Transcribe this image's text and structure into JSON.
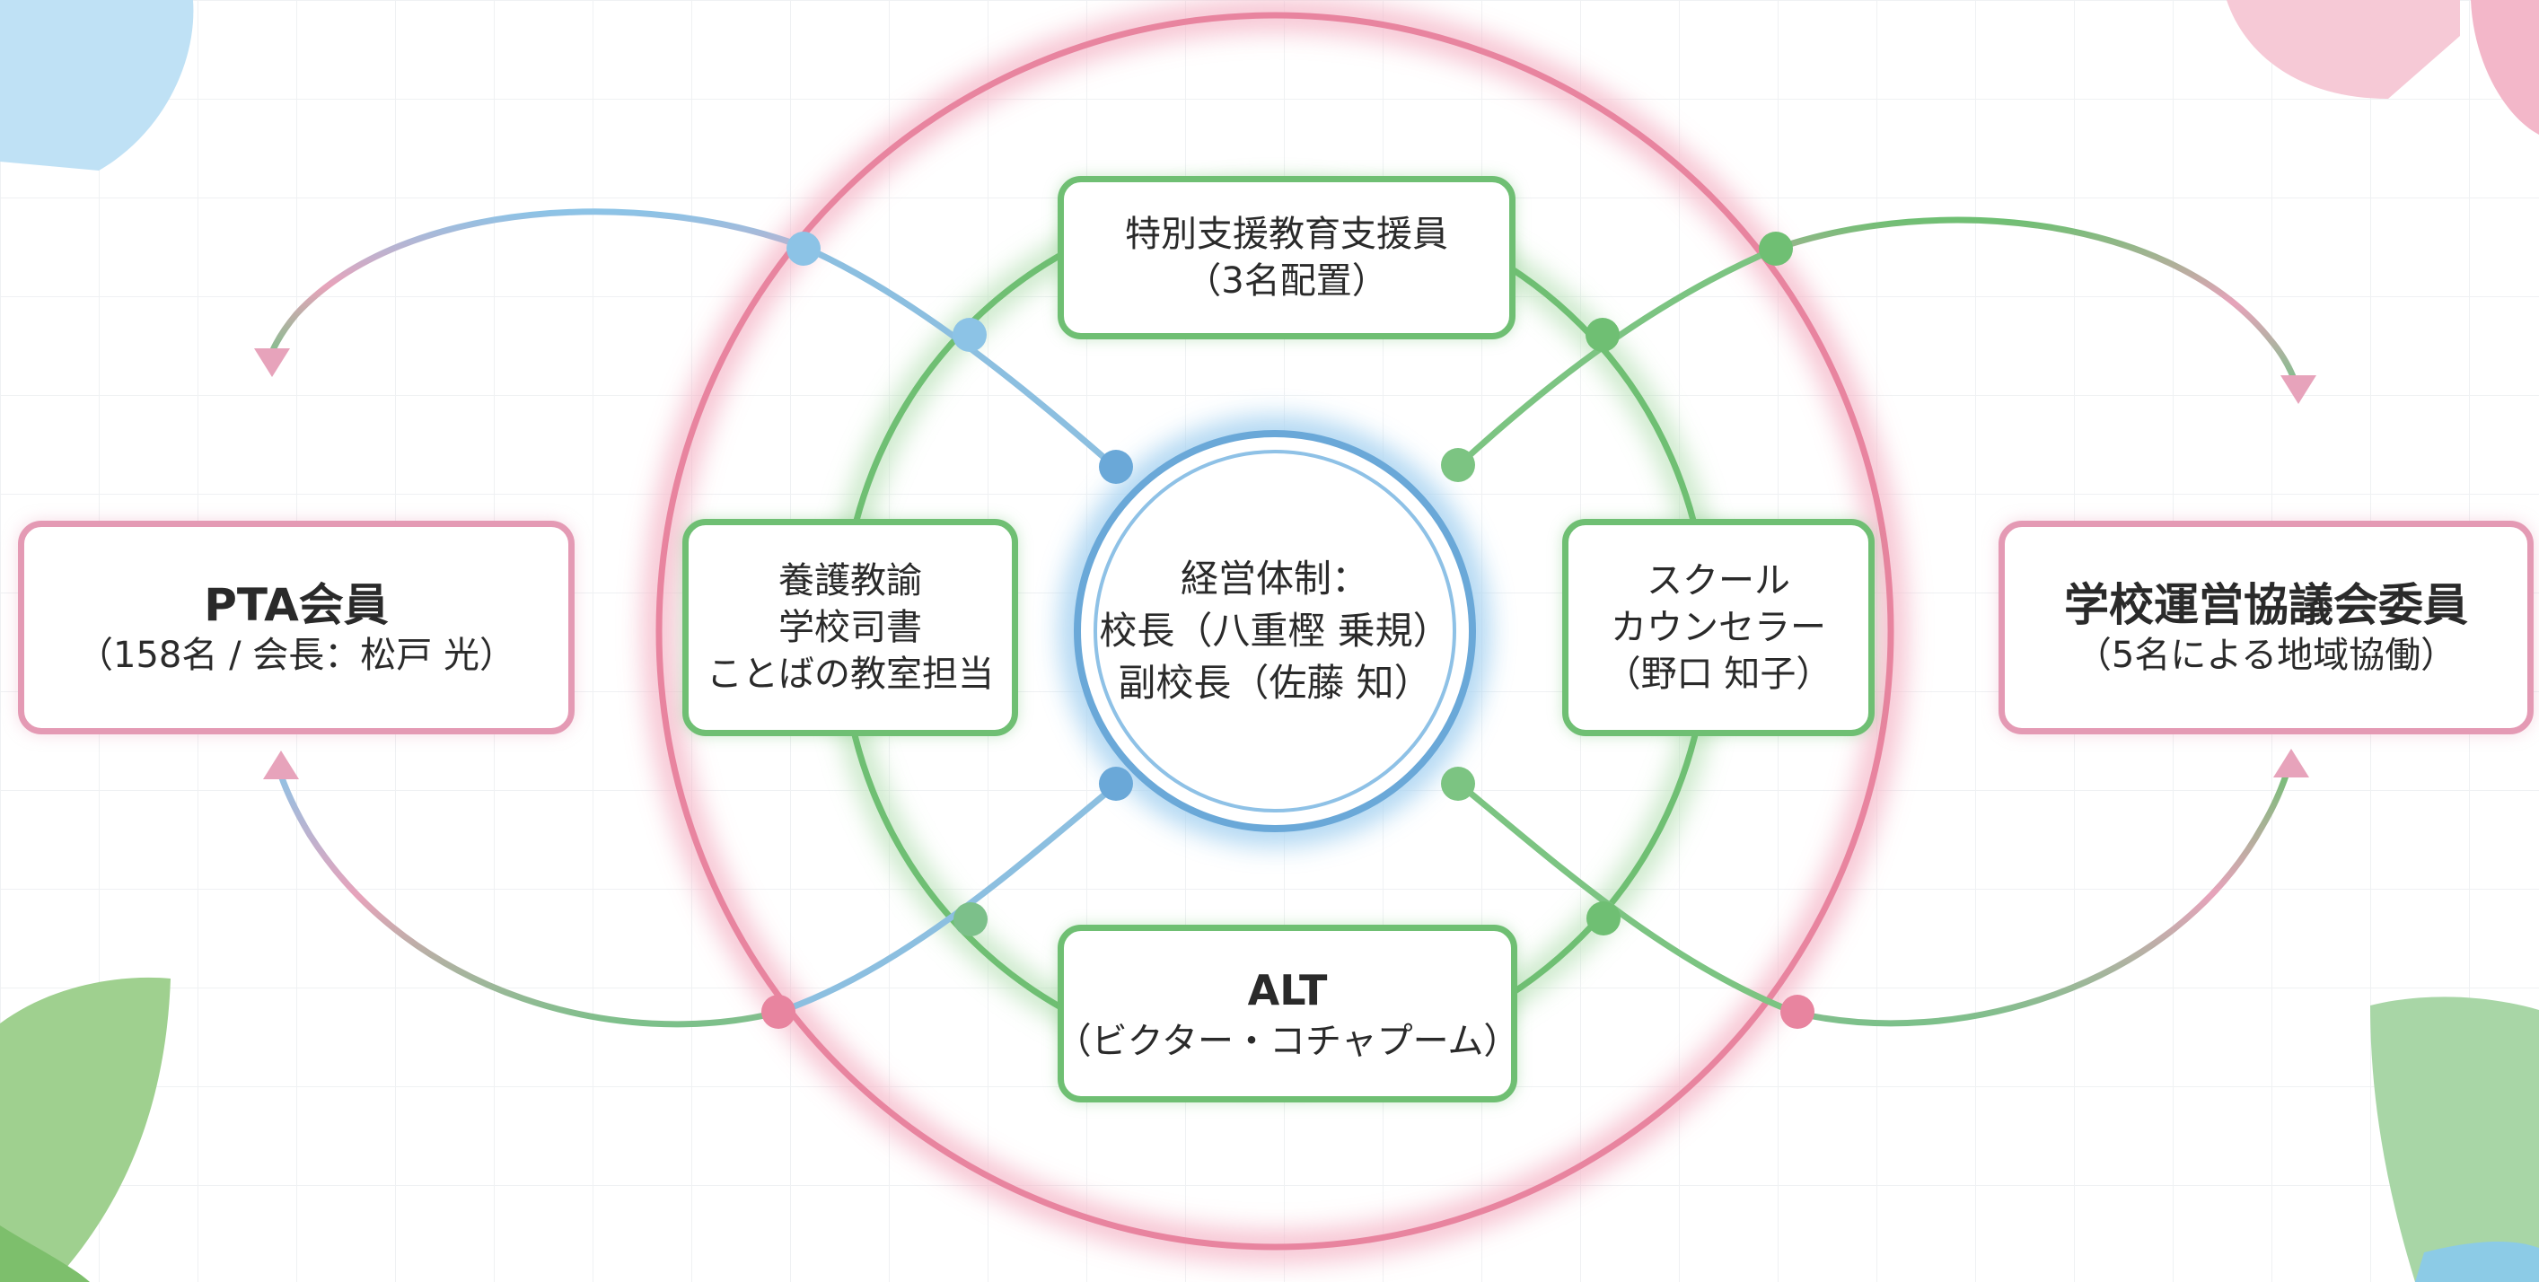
{
  "center": {
    "line1": "経営体制：",
    "line2": "校長（八重樫 乗規）",
    "line3": "副校長（佐藤 知）"
  },
  "nodes": {
    "pta": {
      "title": "PTA会員",
      "subtitle": "（158名 / 会長：松戸 光）"
    },
    "council": {
      "title": "学校運営協議会委員",
      "subtitle": "（5名による地域協働）"
    },
    "support": {
      "line1": "特別支援教育支援員",
      "line2": "（3名配置）"
    },
    "alt": {
      "line1": "ALT",
      "line2": "（ビクター・コチャプーム）"
    },
    "nurse": {
      "line1": "養護教諭",
      "line2": "学校司書",
      "line3": "ことばの教室担当"
    },
    "counselor": {
      "line1": "スクール",
      "line2": "カウンセラー",
      "line3": "（野口 知子）"
    }
  },
  "colors": {
    "outer_ring": "#e8849f",
    "middle_ring": "#6fbf73",
    "inner_ring": "#6aa8d8",
    "pink_node_border": "#e49ab4",
    "green_node_border": "#6fbf73"
  }
}
